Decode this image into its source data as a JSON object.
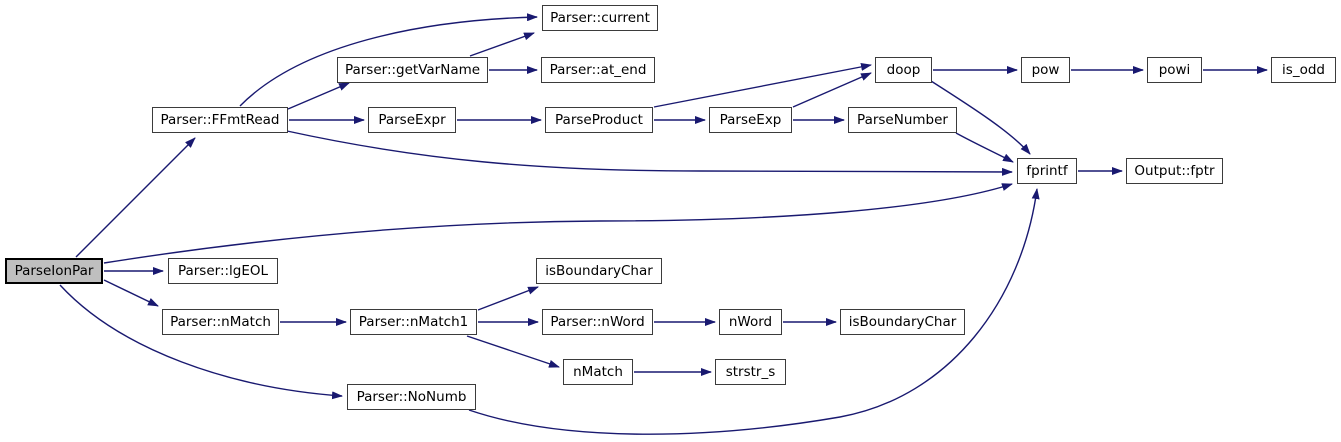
{
  "graph": {
    "type": "call-graph",
    "colors": {
      "edge": "#191970",
      "node_border": "#3b3b3b",
      "node_fill": "#ffffff",
      "root_fill": "#bfbfbf",
      "text": "#000000",
      "background": "#ffffff"
    },
    "nodes": [
      {
        "id": "parseionpar",
        "label": "ParseIonPar",
        "role": "root"
      },
      {
        "id": "parser-ffmtread",
        "label": "Parser::FFmtRead",
        "role": "callee"
      },
      {
        "id": "parser-current",
        "label": "Parser::current",
        "role": "callee"
      },
      {
        "id": "parser-getvarname",
        "label": "Parser::getVarName",
        "role": "callee"
      },
      {
        "id": "parser-at-end",
        "label": "Parser::at_end",
        "role": "callee"
      },
      {
        "id": "parseexpr",
        "label": "ParseExpr",
        "role": "callee"
      },
      {
        "id": "parseproduct",
        "label": "ParseProduct",
        "role": "callee"
      },
      {
        "id": "parseexp",
        "label": "ParseExp",
        "role": "callee"
      },
      {
        "id": "parsenumber",
        "label": "ParseNumber",
        "role": "callee"
      },
      {
        "id": "doop",
        "label": "doop",
        "role": "callee"
      },
      {
        "id": "pow",
        "label": "pow",
        "role": "callee"
      },
      {
        "id": "powi",
        "label": "powi",
        "role": "callee"
      },
      {
        "id": "is-odd",
        "label": "is_odd",
        "role": "callee"
      },
      {
        "id": "fprintf",
        "label": "fprintf",
        "role": "callee"
      },
      {
        "id": "output-fptr",
        "label": "Output::fptr",
        "role": "callee"
      },
      {
        "id": "parser-lgeol",
        "label": "Parser::lgEOL",
        "role": "callee"
      },
      {
        "id": "parser-nmatch",
        "label": "Parser::nMatch",
        "role": "callee"
      },
      {
        "id": "parser-nmatch1",
        "label": "Parser::nMatch1",
        "role": "callee"
      },
      {
        "id": "isboundarychar-1",
        "label": "isBoundaryChar",
        "role": "callee"
      },
      {
        "id": "parser-nword",
        "label": "Parser::nWord",
        "role": "callee"
      },
      {
        "id": "nword",
        "label": "nWord",
        "role": "callee"
      },
      {
        "id": "isboundarychar-2",
        "label": "isBoundaryChar",
        "role": "callee"
      },
      {
        "id": "nmatch",
        "label": "nMatch",
        "role": "callee"
      },
      {
        "id": "strstr-s",
        "label": "strstr_s",
        "role": "callee"
      },
      {
        "id": "parser-nonumb",
        "label": "Parser::NoNumb",
        "role": "callee"
      }
    ],
    "edges": [
      {
        "from": "ParseIonPar",
        "to": "Parser::FFmtRead"
      },
      {
        "from": "ParseIonPar",
        "to": "fprintf"
      },
      {
        "from": "ParseIonPar",
        "to": "Parser::lgEOL"
      },
      {
        "from": "ParseIonPar",
        "to": "Parser::nMatch"
      },
      {
        "from": "ParseIonPar",
        "to": "Parser::NoNumb"
      },
      {
        "from": "Parser::FFmtRead",
        "to": "Parser::current"
      },
      {
        "from": "Parser::FFmtRead",
        "to": "Parser::getVarName"
      },
      {
        "from": "Parser::FFmtRead",
        "to": "ParseExpr"
      },
      {
        "from": "Parser::FFmtRead",
        "to": "fprintf"
      },
      {
        "from": "Parser::getVarName",
        "to": "Parser::current"
      },
      {
        "from": "Parser::getVarName",
        "to": "Parser::at_end"
      },
      {
        "from": "ParseExpr",
        "to": "ParseProduct"
      },
      {
        "from": "ParseProduct",
        "to": "ParseExp"
      },
      {
        "from": "ParseProduct",
        "to": "doop"
      },
      {
        "from": "ParseExp",
        "to": "doop"
      },
      {
        "from": "ParseExp",
        "to": "ParseNumber"
      },
      {
        "from": "ParseNumber",
        "to": "fprintf"
      },
      {
        "from": "doop",
        "to": "pow"
      },
      {
        "from": "doop",
        "to": "fprintf"
      },
      {
        "from": "pow",
        "to": "powi"
      },
      {
        "from": "powi",
        "to": "is_odd"
      },
      {
        "from": "fprintf",
        "to": "Output::fptr"
      },
      {
        "from": "Parser::nMatch",
        "to": "Parser::nMatch1"
      },
      {
        "from": "Parser::nMatch1",
        "to": "isBoundaryChar"
      },
      {
        "from": "Parser::nMatch1",
        "to": "Parser::nWord"
      },
      {
        "from": "Parser::nMatch1",
        "to": "nMatch"
      },
      {
        "from": "Parser::nWord",
        "to": "nWord"
      },
      {
        "from": "nWord",
        "to": "isBoundaryChar"
      },
      {
        "from": "nMatch",
        "to": "strstr_s"
      },
      {
        "from": "Parser::NoNumb",
        "to": "fprintf"
      }
    ]
  }
}
